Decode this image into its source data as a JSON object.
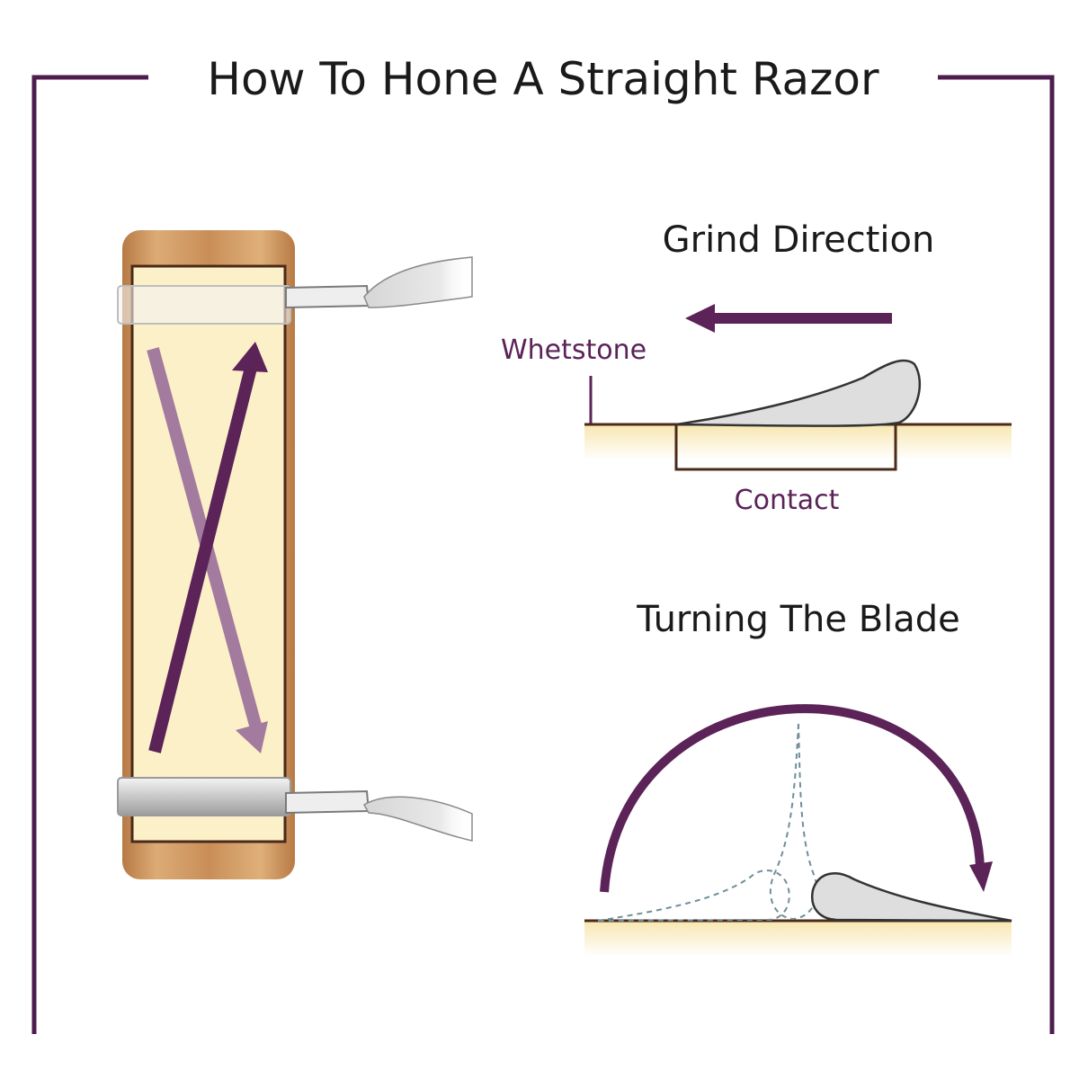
{
  "title": "How To Hone A Straight Razor",
  "sections": {
    "grind_direction": {
      "title": "Grind Direction",
      "whetstone_label": "Whetstone",
      "contact_label": "Contact"
    },
    "turning_blade": {
      "title": "Turning The Blade"
    }
  },
  "colors": {
    "frame": "#4d1d4d",
    "accent": "#5b2358",
    "accent_light": "#a27b9e",
    "wood": "#d4a06a",
    "stone": "#fbefc9",
    "stone_edge": "#f6e2a8",
    "blade": "#dedede",
    "dashed": "#6f8f98"
  }
}
